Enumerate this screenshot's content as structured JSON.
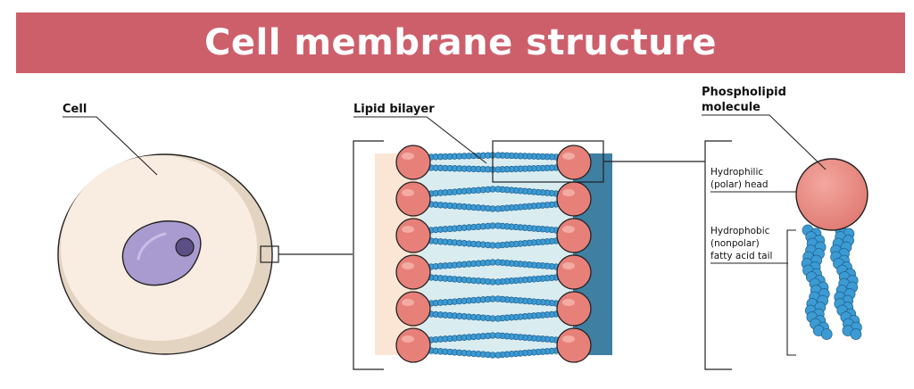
{
  "title": "Cell membrane structure",
  "labels": {
    "cell": "Cell",
    "lipid_bilayer": "Lipid bilayer",
    "phospholipid_line1": "Phospholipid",
    "phospholipid_line2": "molecule",
    "hydrophilic_line1": "Hydrophilic",
    "hydrophilic_line2": "(polar) head",
    "hydrophobic_line1": "Hydrophobic",
    "hydrophobic_line2": "(nonpolar)",
    "hydrophobic_line3": "fatty acid tail"
  },
  "colors": {
    "banner": "#cd5f6b",
    "cell_outer": "#e3d3c1",
    "cell_inner": "#f9ece1",
    "nucleus": "#a99bcf",
    "nucleolus": "#5b4f86",
    "lipid_head": "#e8807a",
    "lipid_tail": "#3d9bd4",
    "interior": "#d9edf1",
    "outside_left": "#fbe6d6",
    "outside_right": "#3f7fa2"
  }
}
